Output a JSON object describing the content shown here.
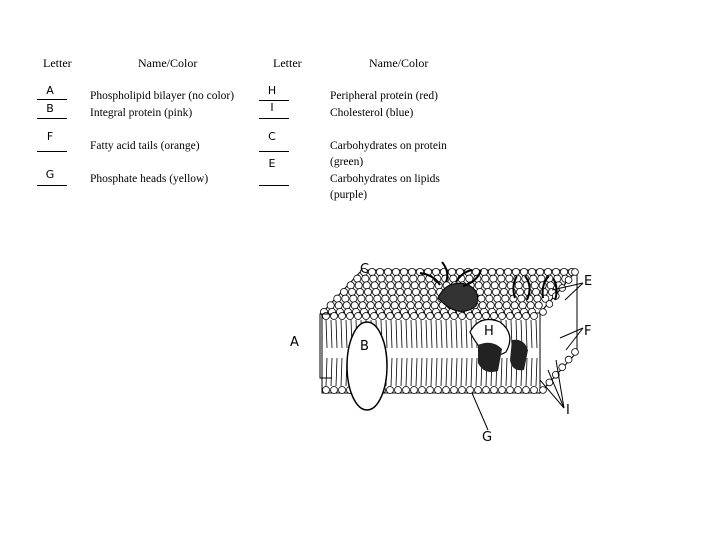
{
  "headers": {
    "letter_1": "Letter",
    "name_color_1": "Name/Color",
    "letter_2": "Letter",
    "name_color_2": "Name/Color"
  },
  "left_rows": [
    {
      "letter": "A",
      "name": "Phospholipid bilayer (no color)"
    },
    {
      "letter": "B",
      "name": "Integral protein (pink)"
    },
    {
      "letter": "F",
      "name": "Fatty acid tails (orange)"
    },
    {
      "letter": "G",
      "name": "Phosphate heads (yellow)"
    }
  ],
  "right_rows": [
    {
      "letter": "H",
      "name": "Peripheral protein (red)"
    },
    {
      "letter": "I",
      "name": "Cholesterol (blue)"
    },
    {
      "letter": "C",
      "name": "Carbohydrates on protein (green)",
      "lines": [
        "Carbohydrates on protein",
        "(green)"
      ]
    },
    {
      "letter": "E",
      "name": "Carbohydrates on lipids (purple)",
      "lines": [
        "Carbohydrates on lipids",
        "(purple)"
      ]
    }
  ],
  "diagram": {
    "labels": {
      "A": "A",
      "B": "B",
      "C": "C",
      "E": "E",
      "F": "F",
      "G": "G",
      "H": "H",
      "I": "I"
    }
  }
}
